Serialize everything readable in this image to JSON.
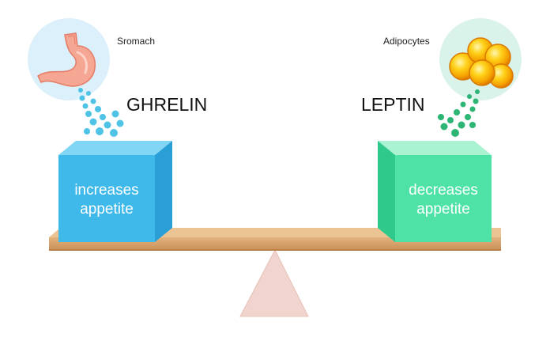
{
  "left": {
    "organ_label": "Sromach",
    "hormone": "GHRELIN",
    "effect_line1": "increases",
    "effect_line2": "appetite",
    "organ_icon": "stomach-icon",
    "colors": {
      "cube_front": "#3fb8ea",
      "cube_top": "#82d6f5",
      "cube_side": "#2a9fd6",
      "dots": "#4ec3e6",
      "circle": "#dbf0fb"
    }
  },
  "right": {
    "organ_label": "Adipocytes",
    "hormone": "LEPTIN",
    "effect_line1": "decreases",
    "effect_line2": "appetite",
    "organ_icon": "fat-cells-icon",
    "colors": {
      "cube_front": "#4ee2a7",
      "cube_top": "#a9f2d2",
      "cube_side": "#2fc98c",
      "dots": "#2cb574",
      "circle": "#d9f3ea"
    }
  },
  "seesaw": {
    "plank_color": "#d7a46f",
    "fulcrum_color": "#f0d4cd"
  }
}
